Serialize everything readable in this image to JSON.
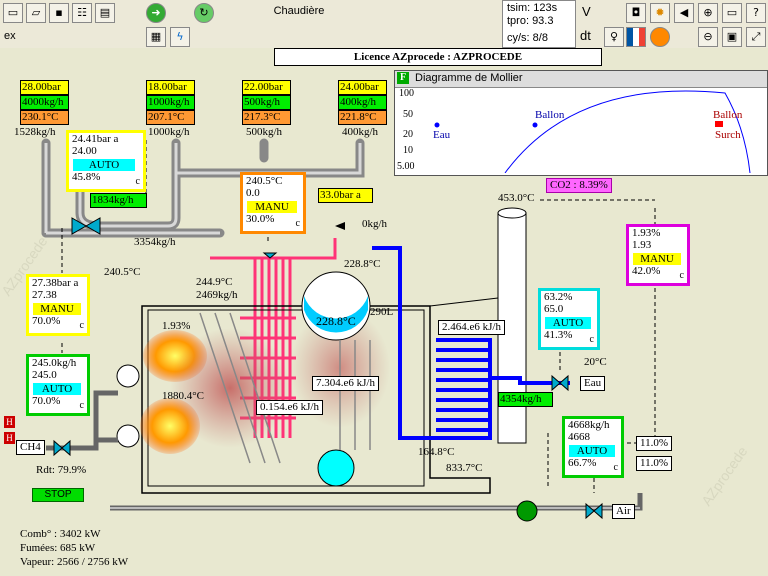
{
  "toolbar": {
    "title": "Chaudière",
    "left_label": "ex",
    "stats": {
      "tsim": "tsim: 123s",
      "tpro": "tpro: 93.3",
      "cys": "cy/s: 8/8"
    },
    "v_label": "V",
    "dt_label": "dt",
    "icons": [
      "folder-icon",
      "open-folder-icon",
      "save-icon",
      "tree-icon",
      "calculator-icon",
      "go-arrow-icon",
      "refresh-icon",
      "camera-icon",
      "gear-icon",
      "speaker-icon",
      "zoom-in-icon",
      "monitor-icon",
      "zoom-out-icon",
      "image-icon",
      "help-icon",
      "calendar-icon",
      "lightning-icon",
      "key-icon",
      "flag-fr-icon",
      "firefox-icon"
    ]
  },
  "license": "Licence AZprocede : AZPROCEDE",
  "watermark_text": "AZprocede",
  "mollier": {
    "title": "Diagramme de Mollier",
    "f_label": "F",
    "y_ticks": [
      "100",
      "50",
      "20",
      "10",
      "5.00"
    ],
    "points": [
      "Eau",
      "Ballon",
      "Ballon",
      "Surch"
    ]
  },
  "steam_users": [
    {
      "pressure": "28.00bar",
      "flow": "4000kg/h",
      "temp": "230.1°C"
    },
    {
      "pressure": "18.00bar",
      "flow": "1000kg/h",
      "temp": "207.1°C"
    },
    {
      "pressure": "22.00bar",
      "flow": "500kg/h",
      "temp": "217.3°C"
    },
    {
      "pressure": "24.00bar",
      "flow": "400kg/h",
      "temp": "221.8°C"
    }
  ],
  "labels": {
    "flow_1528": "1528kg/h",
    "flow_1000": "1000kg/h",
    "flow_500": "500kg/h",
    "flow_400": "400kg/h",
    "flow_1834": "1834kg/h",
    "flow_3354": "3354kg/h",
    "t_2405": "240.5°C",
    "pressure_33": "33.0bar a",
    "flow_0": "0kg/h",
    "t_2449": "244.9°C",
    "flow_2469": "2469kg/h",
    "t_2288": "228.8°C",
    "drum_temp": "228.8°C",
    "drum_level": "290L",
    "pct_193": "1.93%",
    "t_1880": "1880.4°C",
    "t_4530": "453.0°C",
    "co2": "CO2 : 8.39%",
    "q_2464": "2.464.e6 kJ/h",
    "q_7304": "7.304.e6 kJ/h",
    "q_0154": "0.154.e6 kJ/h",
    "t_1648": "164.8°C",
    "t_8337": "833.7°C",
    "t_20": "20°C",
    "eau": "Eau",
    "flow_4354": "4354kg/h",
    "air": "Air",
    "ch4": "CH4",
    "rdt": "Rdt: 79.9%",
    "o2_1": "11.0%",
    "o2_2": "11.0%"
  },
  "controllers": {
    "pc1": {
      "l1": "24.41bar a",
      "l2": "24.00",
      "mode": "AUTO",
      "out": "45.8%",
      "c": "c"
    },
    "tc1": {
      "l1": "240.5°C",
      "l2": "0.0",
      "mode": "MANU",
      "out": "30.0%",
      "c": "c"
    },
    "pc2": {
      "l1": "27.38bar a",
      "l2": "27.38",
      "mode": "MANU",
      "out": "70.0%",
      "c": "c"
    },
    "fc_gas": {
      "l1": "245.0kg/h",
      "l2": "245.0",
      "mode": "AUTO",
      "out": "70.0%",
      "c": "c"
    },
    "lc_drum": {
      "l1": "63.2%",
      "l2": "65.0",
      "mode": "AUTO",
      "out": "41.3%",
      "c": "c"
    },
    "fc_air": {
      "l1": "4668kg/h",
      "l2": "4668",
      "mode": "AUTO",
      "out": "66.7%",
      "c": "c"
    },
    "o2c": {
      "l1": "1.93%",
      "l2": "1.93",
      "mode": "MANU",
      "out": "42.0%",
      "c": "c"
    }
  },
  "stop_label": "STOP",
  "h_labels": [
    "H",
    "H"
  ],
  "bottom": {
    "comb": "Comb° : 3402 kW",
    "fumees": "Fumées: 685 kW",
    "vapeur": "Vapeur: 2566 / 2756 kW"
  },
  "colors": {
    "steam_pipe": "#9a9a9a",
    "hot_pipe": "#ff3377",
    "water_pipe": "#0000ff",
    "auto": "#00ffff",
    "manu": "#ffff00"
  }
}
